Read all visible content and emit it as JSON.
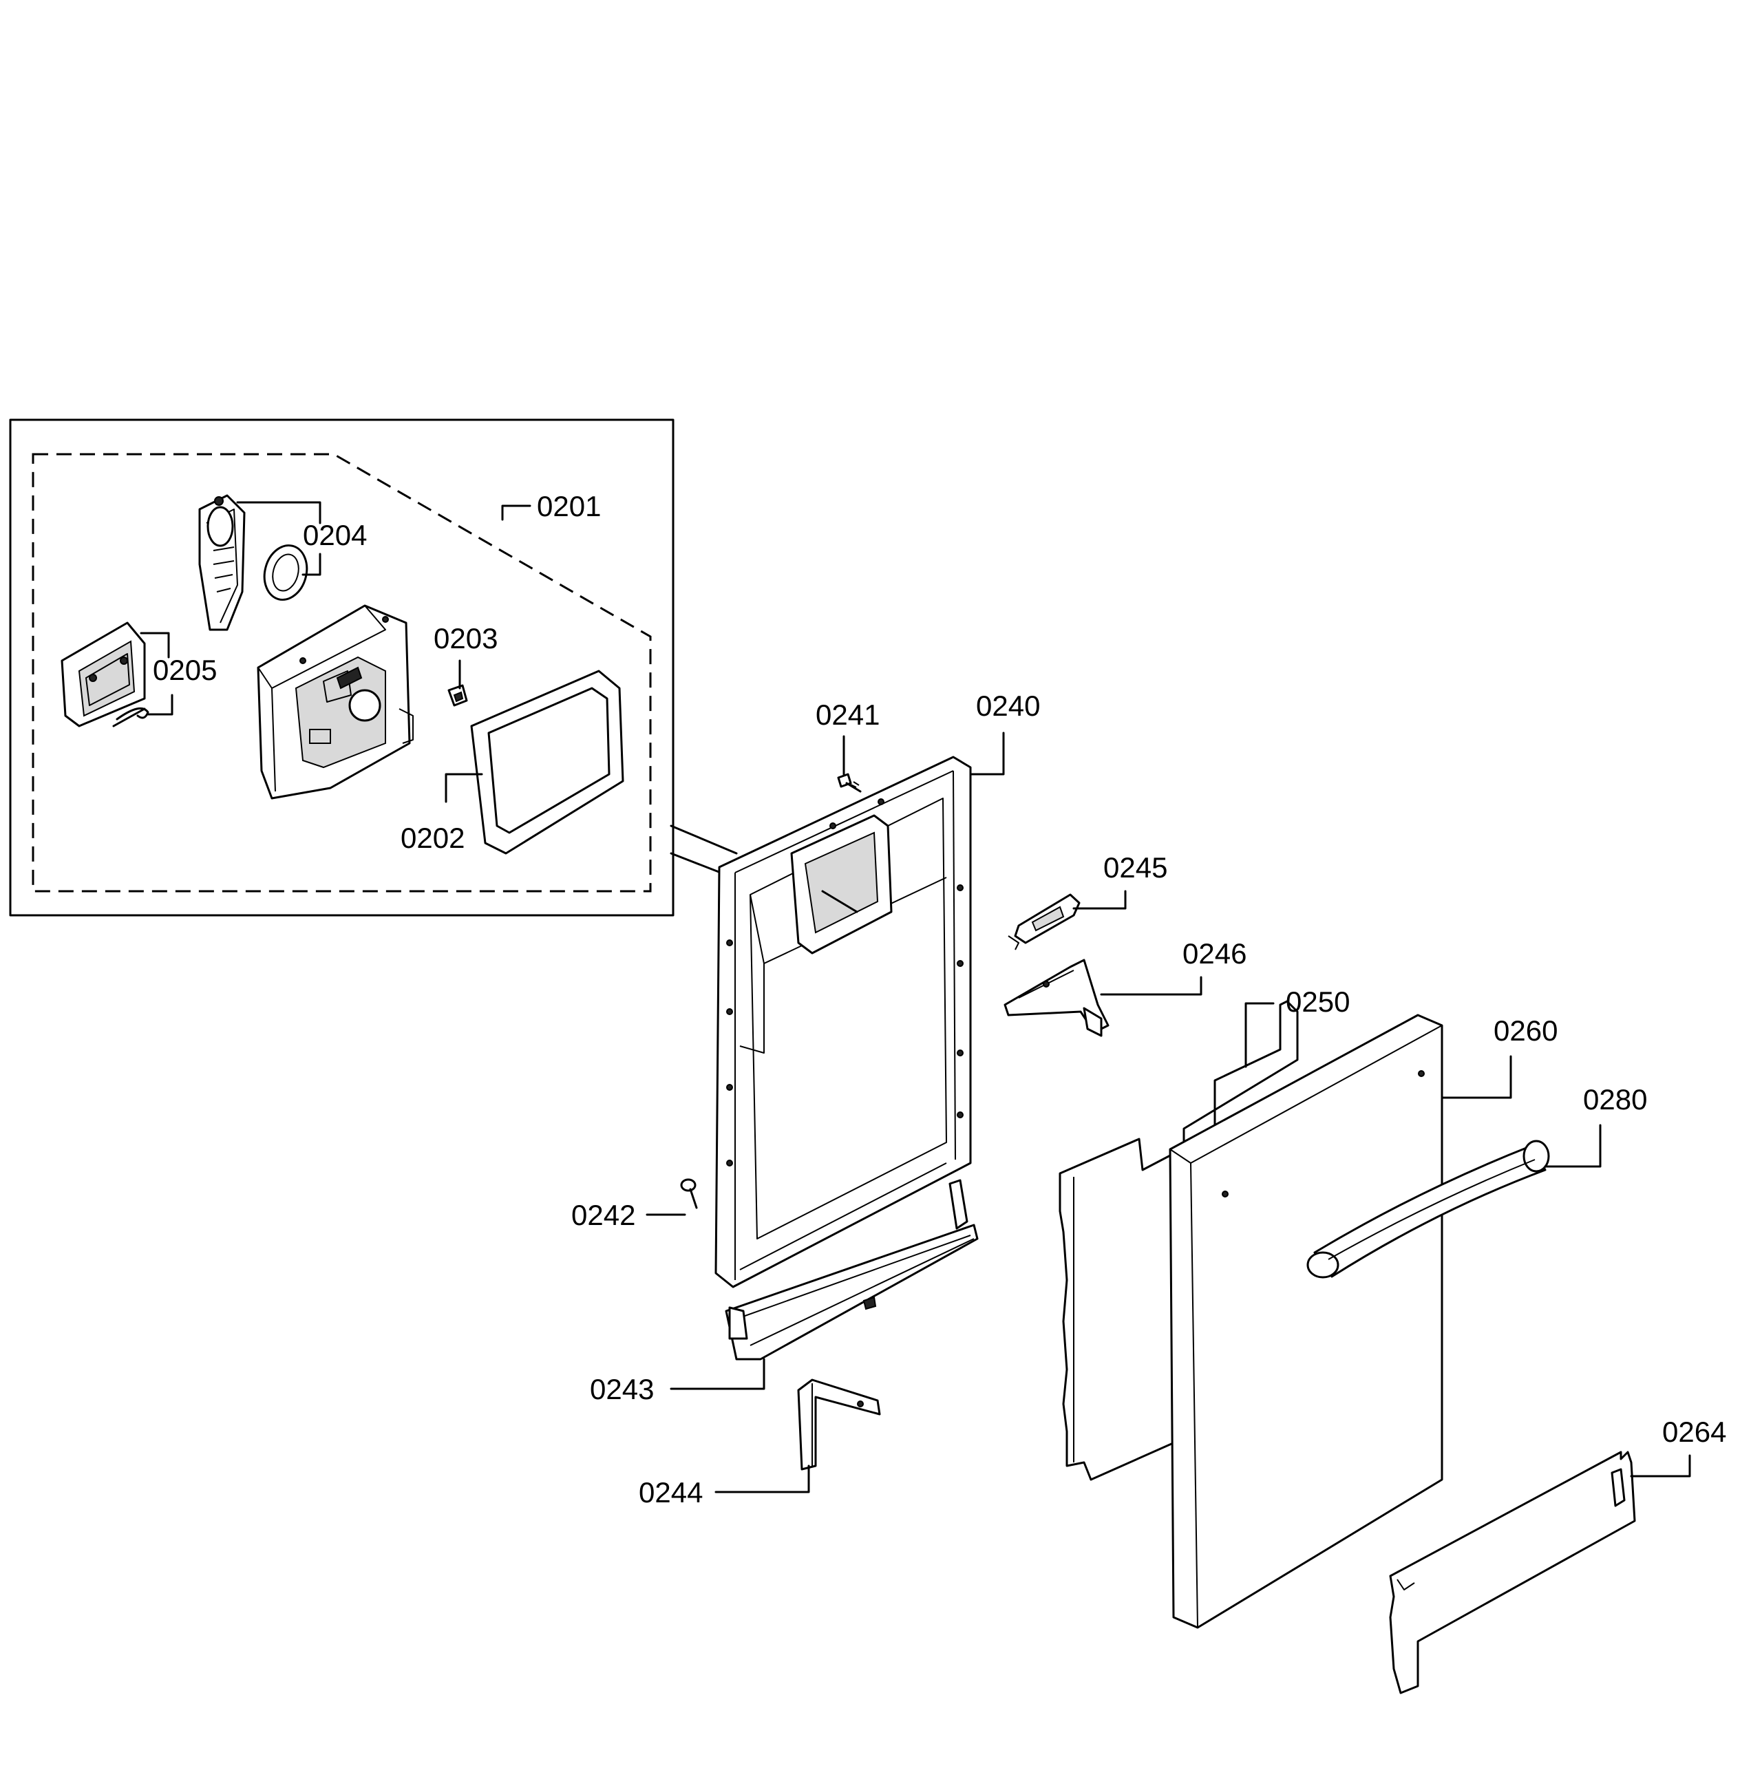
{
  "diagram": {
    "labels": {
      "p0201": "0201",
      "p0202": "0202",
      "p0203": "0203",
      "p0204": "0204",
      "p0205": "0205",
      "p0240": "0240",
      "p0241": "0241",
      "p0242": "0242",
      "p0243": "0243",
      "p0244": "0244",
      "p0245": "0245",
      "p0246": "0246",
      "p0250": "0250",
      "p0260": "0260",
      "p0264": "0264",
      "p0280": "0280"
    }
  }
}
